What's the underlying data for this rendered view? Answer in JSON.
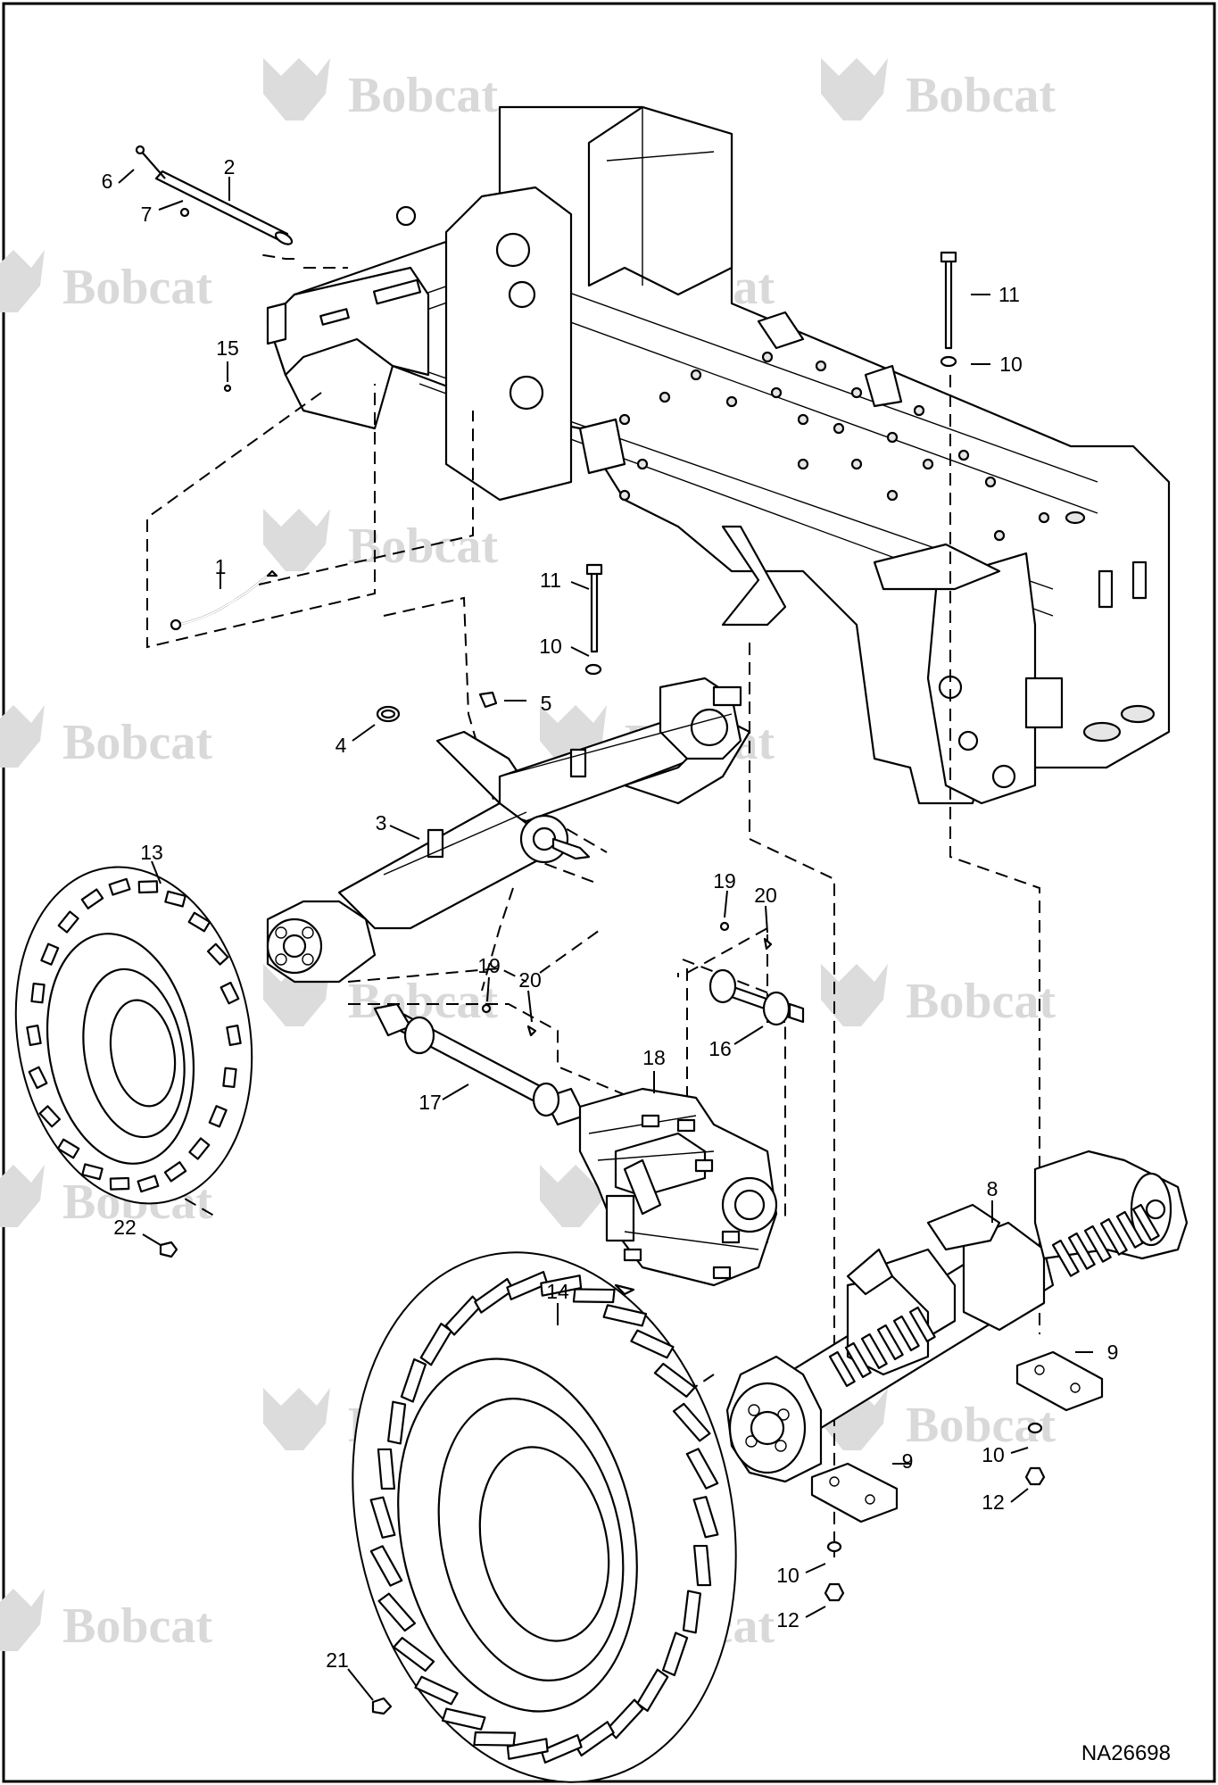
{
  "figure": {
    "drawing_id": "NA26698",
    "watermark_text": "Bobcat",
    "watermark_color": "#d9d9d9",
    "line_color": "#000000",
    "background": "#ffffff"
  },
  "callouts": [
    {
      "key": "c1",
      "label": "1"
    },
    {
      "key": "c2",
      "label": "2"
    },
    {
      "key": "c3",
      "label": "3"
    },
    {
      "key": "c4",
      "label": "4"
    },
    {
      "key": "c5",
      "label": "5"
    },
    {
      "key": "c6",
      "label": "6"
    },
    {
      "key": "c7",
      "label": "7"
    },
    {
      "key": "c8",
      "label": "8"
    },
    {
      "key": "c9a",
      "label": "9"
    },
    {
      "key": "c9b",
      "label": "9"
    },
    {
      "key": "c10a",
      "label": "10"
    },
    {
      "key": "c10b",
      "label": "10"
    },
    {
      "key": "c10c",
      "label": "10"
    },
    {
      "key": "c10d",
      "label": "10"
    },
    {
      "key": "c11a",
      "label": "11"
    },
    {
      "key": "c11b",
      "label": "11"
    },
    {
      "key": "c12a",
      "label": "12"
    },
    {
      "key": "c12b",
      "label": "12"
    },
    {
      "key": "c13",
      "label": "13"
    },
    {
      "key": "c14",
      "label": "14"
    },
    {
      "key": "c15",
      "label": "15"
    },
    {
      "key": "c16",
      "label": "16"
    },
    {
      "key": "c17",
      "label": "17"
    },
    {
      "key": "c18",
      "label": "18"
    },
    {
      "key": "c19a",
      "label": "19"
    },
    {
      "key": "c19b",
      "label": "19"
    },
    {
      "key": "c20a",
      "label": "20"
    },
    {
      "key": "c20b",
      "label": "20"
    },
    {
      "key": "c21",
      "label": "21"
    },
    {
      "key": "c22",
      "label": "22"
    }
  ]
}
